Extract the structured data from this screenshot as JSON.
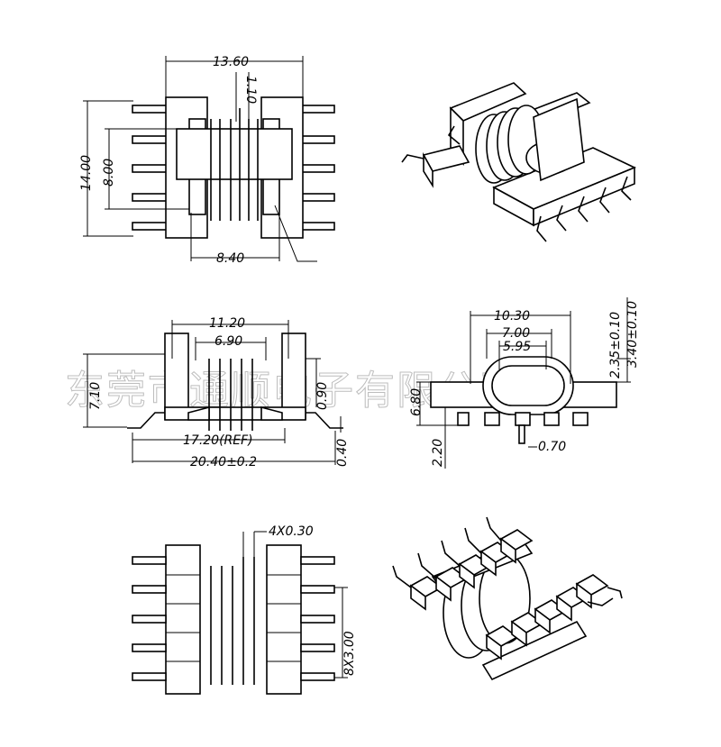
{
  "watermark": "东莞市通顺电子有限公司",
  "top_view": {
    "width": "13.60",
    "pin_pitch": "1.10",
    "height": "14.00",
    "core_height": "8.00",
    "core_width": "8.40"
  },
  "front_view": {
    "width_a": "11.20",
    "width_b": "6.90",
    "height": "7.10",
    "inner_height": "0.90",
    "ref_width": "17.20(REF)",
    "overall": "20.40±0.2",
    "pad": "0.40"
  },
  "side_view": {
    "w1": "10.30",
    "w2": "7.00",
    "w3": "5.95",
    "h1": "2.35±0.10",
    "h2": "3.40±0.10",
    "body": "6.80",
    "lead": "2.20",
    "pin": "0.70"
  },
  "bottom_view": {
    "slot": "4X0.30",
    "pitch": "8X3.00"
  },
  "colors": {
    "line": "#000000",
    "watermark": "#bdbdbd",
    "background": "#ffffff"
  }
}
